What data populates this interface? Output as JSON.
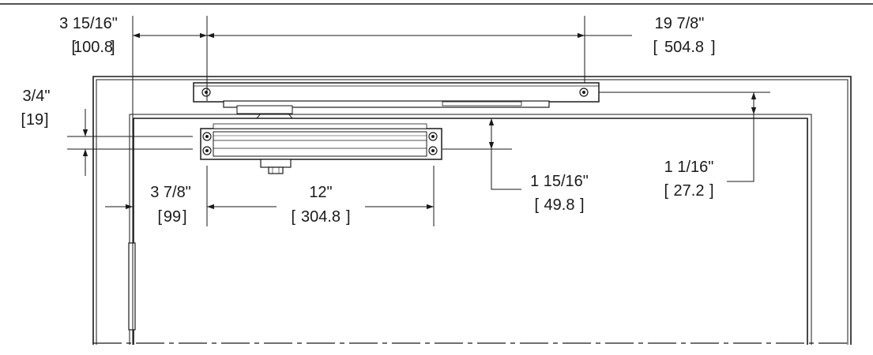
{
  "dimensions": [
    {
      "id": "dim_left_offset",
      "imperial": "3 15/16\"",
      "metric": "100.8"
    },
    {
      "id": "dim_arm_span",
      "imperial": "19 7/8\"",
      "metric": "504.8"
    },
    {
      "id": "dim_body_offset",
      "imperial": "3/4\"",
      "metric": "19"
    },
    {
      "id": "dim_hinge_offset",
      "imperial": "3 7/8\"",
      "metric": "99"
    },
    {
      "id": "dim_body_length",
      "imperial": "12\"",
      "metric": "304.8"
    },
    {
      "id": "dim_body_drop",
      "imperial": "1 15/16\"",
      "metric": "49.8"
    },
    {
      "id": "dim_shoe_drop",
      "imperial": "1 1/16\"",
      "metric": "27.2"
    }
  ],
  "colors": {
    "line": "#1a1a1a",
    "background": "#ffffff",
    "fill": "#ffffff"
  }
}
